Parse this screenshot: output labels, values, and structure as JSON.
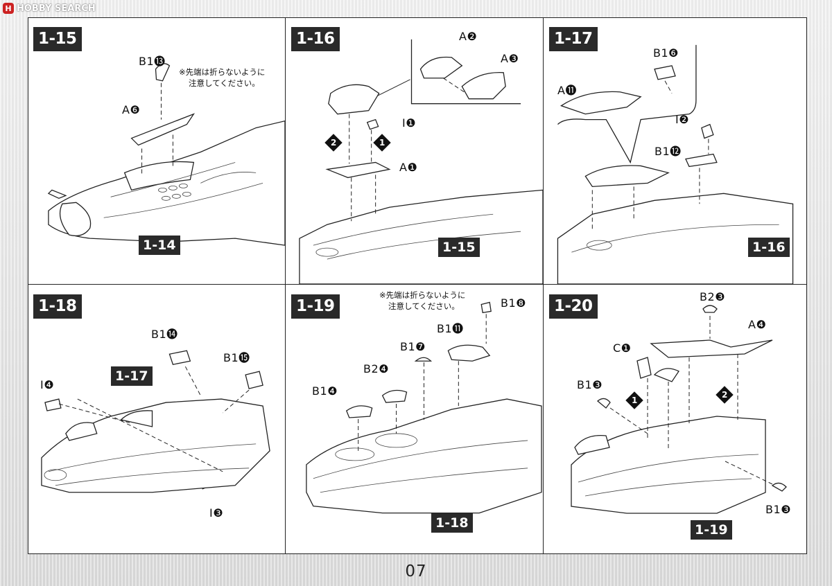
{
  "site": {
    "logo_letter": "H",
    "name": "HOBBY SEARCH"
  },
  "page_number": "07",
  "panels": [
    {
      "step": "1-15",
      "base_ref": "1-14",
      "labels": [
        "B1⓭",
        "A❻"
      ],
      "note_lines": [
        "※先端は折らないように",
        "注意してください。"
      ],
      "badges": []
    },
    {
      "step": "1-16",
      "base_ref": "1-15",
      "labels": [
        "A❷",
        "A❸",
        "I❶",
        "A❶"
      ],
      "note_lines": [],
      "badges": [
        "2",
        "1"
      ]
    },
    {
      "step": "1-17",
      "base_ref": "1-16",
      "labels": [
        "B1❻",
        "A⓫",
        "I❷",
        "B1⓬"
      ],
      "note_lines": [],
      "badges": []
    },
    {
      "step": "1-18",
      "base_ref": "1-17",
      "labels": [
        "B1⓮",
        "B1⓯",
        "I❹",
        "I❸"
      ],
      "note_lines": [],
      "badges": []
    },
    {
      "step": "1-19",
      "base_ref": "1-18",
      "labels": [
        "B1❽",
        "B1⓫",
        "B1❼",
        "B2❹",
        "B1❹"
      ],
      "note_lines": [
        "※先端は折らないように",
        "注意してください。"
      ],
      "badges": []
    },
    {
      "step": "1-20",
      "base_ref": "1-19",
      "labels": [
        "B2❸",
        "A❹",
        "C❶",
        "B1❸",
        "B1❸"
      ],
      "note_lines": [],
      "badges": [
        "1",
        "2"
      ]
    }
  ]
}
